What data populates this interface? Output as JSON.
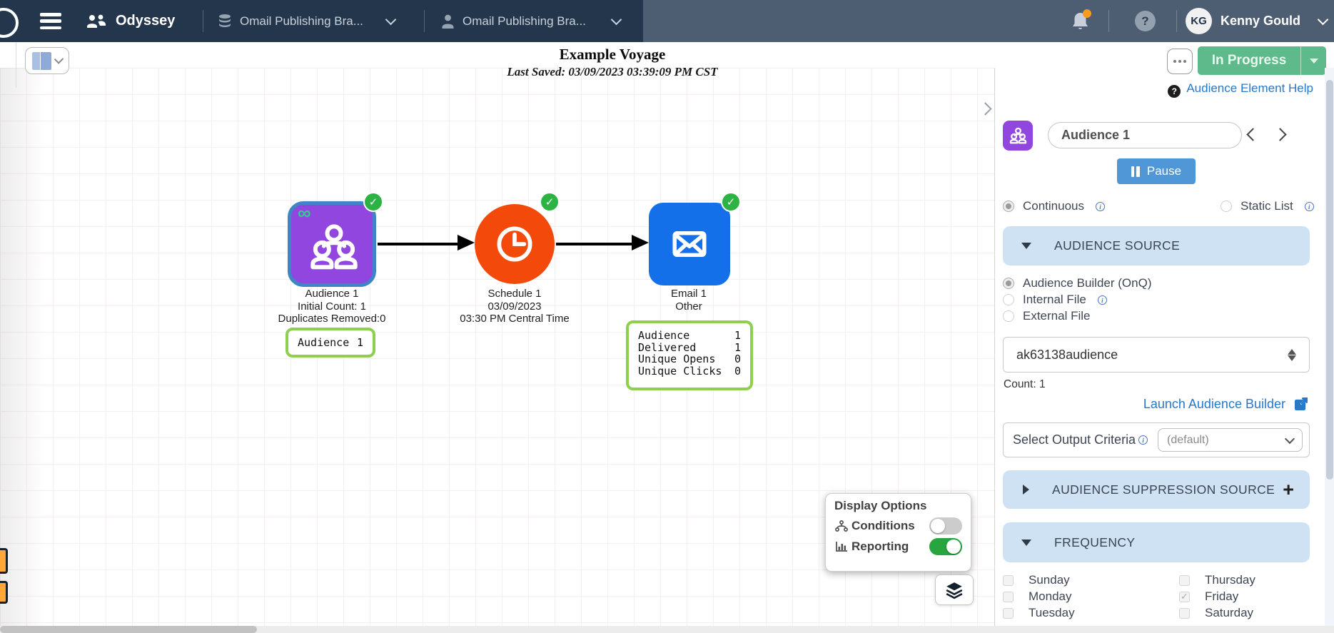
{
  "colors": {
    "navbar_dark": "#24364c",
    "navbar_light": "#4e5e72",
    "audience_purple": "#9146e0",
    "schedule_orange": "#f34a0c",
    "email_blue": "#1470e8",
    "success_green": "#2db344",
    "report_green_border": "#8ed04e",
    "status_green": "#5eba8b",
    "link_blue": "#2878c8",
    "section_blue": "#cfe2f4",
    "toggle_on": "#28a53f",
    "pause_blue": "#4f97d7"
  },
  "navbar": {
    "app_name": "Odyssey",
    "database_dropdown": "Omail Publishing Bra...",
    "profile_dropdown": "Omail Publishing Bra...",
    "user_initials": "KG",
    "user_name": "Kenny Gould"
  },
  "toolbar": {
    "title": "Example Voyage",
    "last_saved": "Last Saved: 03/09/2023 03:39:09 PM CST",
    "status_label": "In Progress"
  },
  "canvas": {
    "nodes": {
      "audience": {
        "title": "Audience 1",
        "line1": "Initial Count: 1",
        "line2": "Duplicates Removed:0",
        "stats": [
          {
            "label": "Audience",
            "value": "1"
          }
        ]
      },
      "schedule": {
        "title": "Schedule 1",
        "line1": "03/09/2023",
        "line2": "03:30 PM Central Time"
      },
      "email": {
        "title": "Email 1",
        "line1": "Other",
        "stats": [
          {
            "label": "Audience",
            "value": "1"
          },
          {
            "label": "Delivered",
            "value": "1"
          },
          {
            "label": "Unique Opens",
            "value": "0"
          },
          {
            "label": "Unique Clicks",
            "value": "0"
          }
        ]
      }
    },
    "display_options": {
      "title": "Display Options",
      "conditions": {
        "label": "Conditions",
        "on": false
      },
      "reporting": {
        "label": "Reporting",
        "on": true
      }
    }
  },
  "panel": {
    "help_link": "Audience Element Help",
    "element_name": "Audience 1",
    "pause_label": "Pause",
    "modes": {
      "continuous": {
        "label": "Continuous",
        "selected": true
      },
      "static": {
        "label": "Static List",
        "selected": false
      }
    },
    "audience_source": {
      "title": "AUDIENCE SOURCE",
      "options": [
        {
          "label": "Audience Builder (OnQ)",
          "selected": true
        },
        {
          "label": "Internal File",
          "selected": false
        },
        {
          "label": "External File",
          "selected": false
        }
      ],
      "selected_list": "ak63138audience",
      "count": "Count: 1",
      "launch_link": "Launch Audience Builder",
      "output_label": "Select Output Criteria",
      "output_value": "(default)"
    },
    "suppression": {
      "title": "AUDIENCE SUPPRESSION SOURCE"
    },
    "frequency": {
      "title": "FREQUENCY",
      "days": [
        {
          "label": "Sunday",
          "checked": false
        },
        {
          "label": "Monday",
          "checked": false
        },
        {
          "label": "Tuesday",
          "checked": false
        },
        {
          "label": "Thursday",
          "checked": false
        },
        {
          "label": "Friday",
          "checked": true
        },
        {
          "label": "Saturday",
          "checked": false
        }
      ]
    }
  }
}
